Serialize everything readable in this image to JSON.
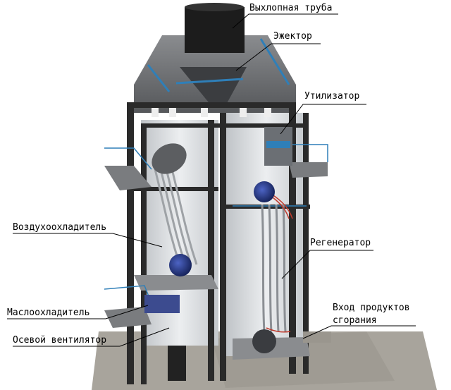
{
  "labels": {
    "exhaust_pipe": "Выхлопная труба",
    "ejector": "Эжектор",
    "utilizer": "Утилизатор",
    "air_cooler": "Воздухоохладитель",
    "regenerator": "Регенератор",
    "oil_cooler": "Маслоохладитель",
    "axial_fan": "Осевой вентилятор",
    "inlet_line1": "Вход продуктов",
    "inlet_line2": "сгорания"
  },
  "colors": {
    "steel_dark": "#2a2a2a",
    "housing_gray": "#6d6f72",
    "wall_light": "#d9dcdf",
    "accent_blue": "#2f7fb8",
    "header_blue": "#2a3f8f",
    "tube_red": "#c0392b",
    "ground": "#a8a49c"
  }
}
